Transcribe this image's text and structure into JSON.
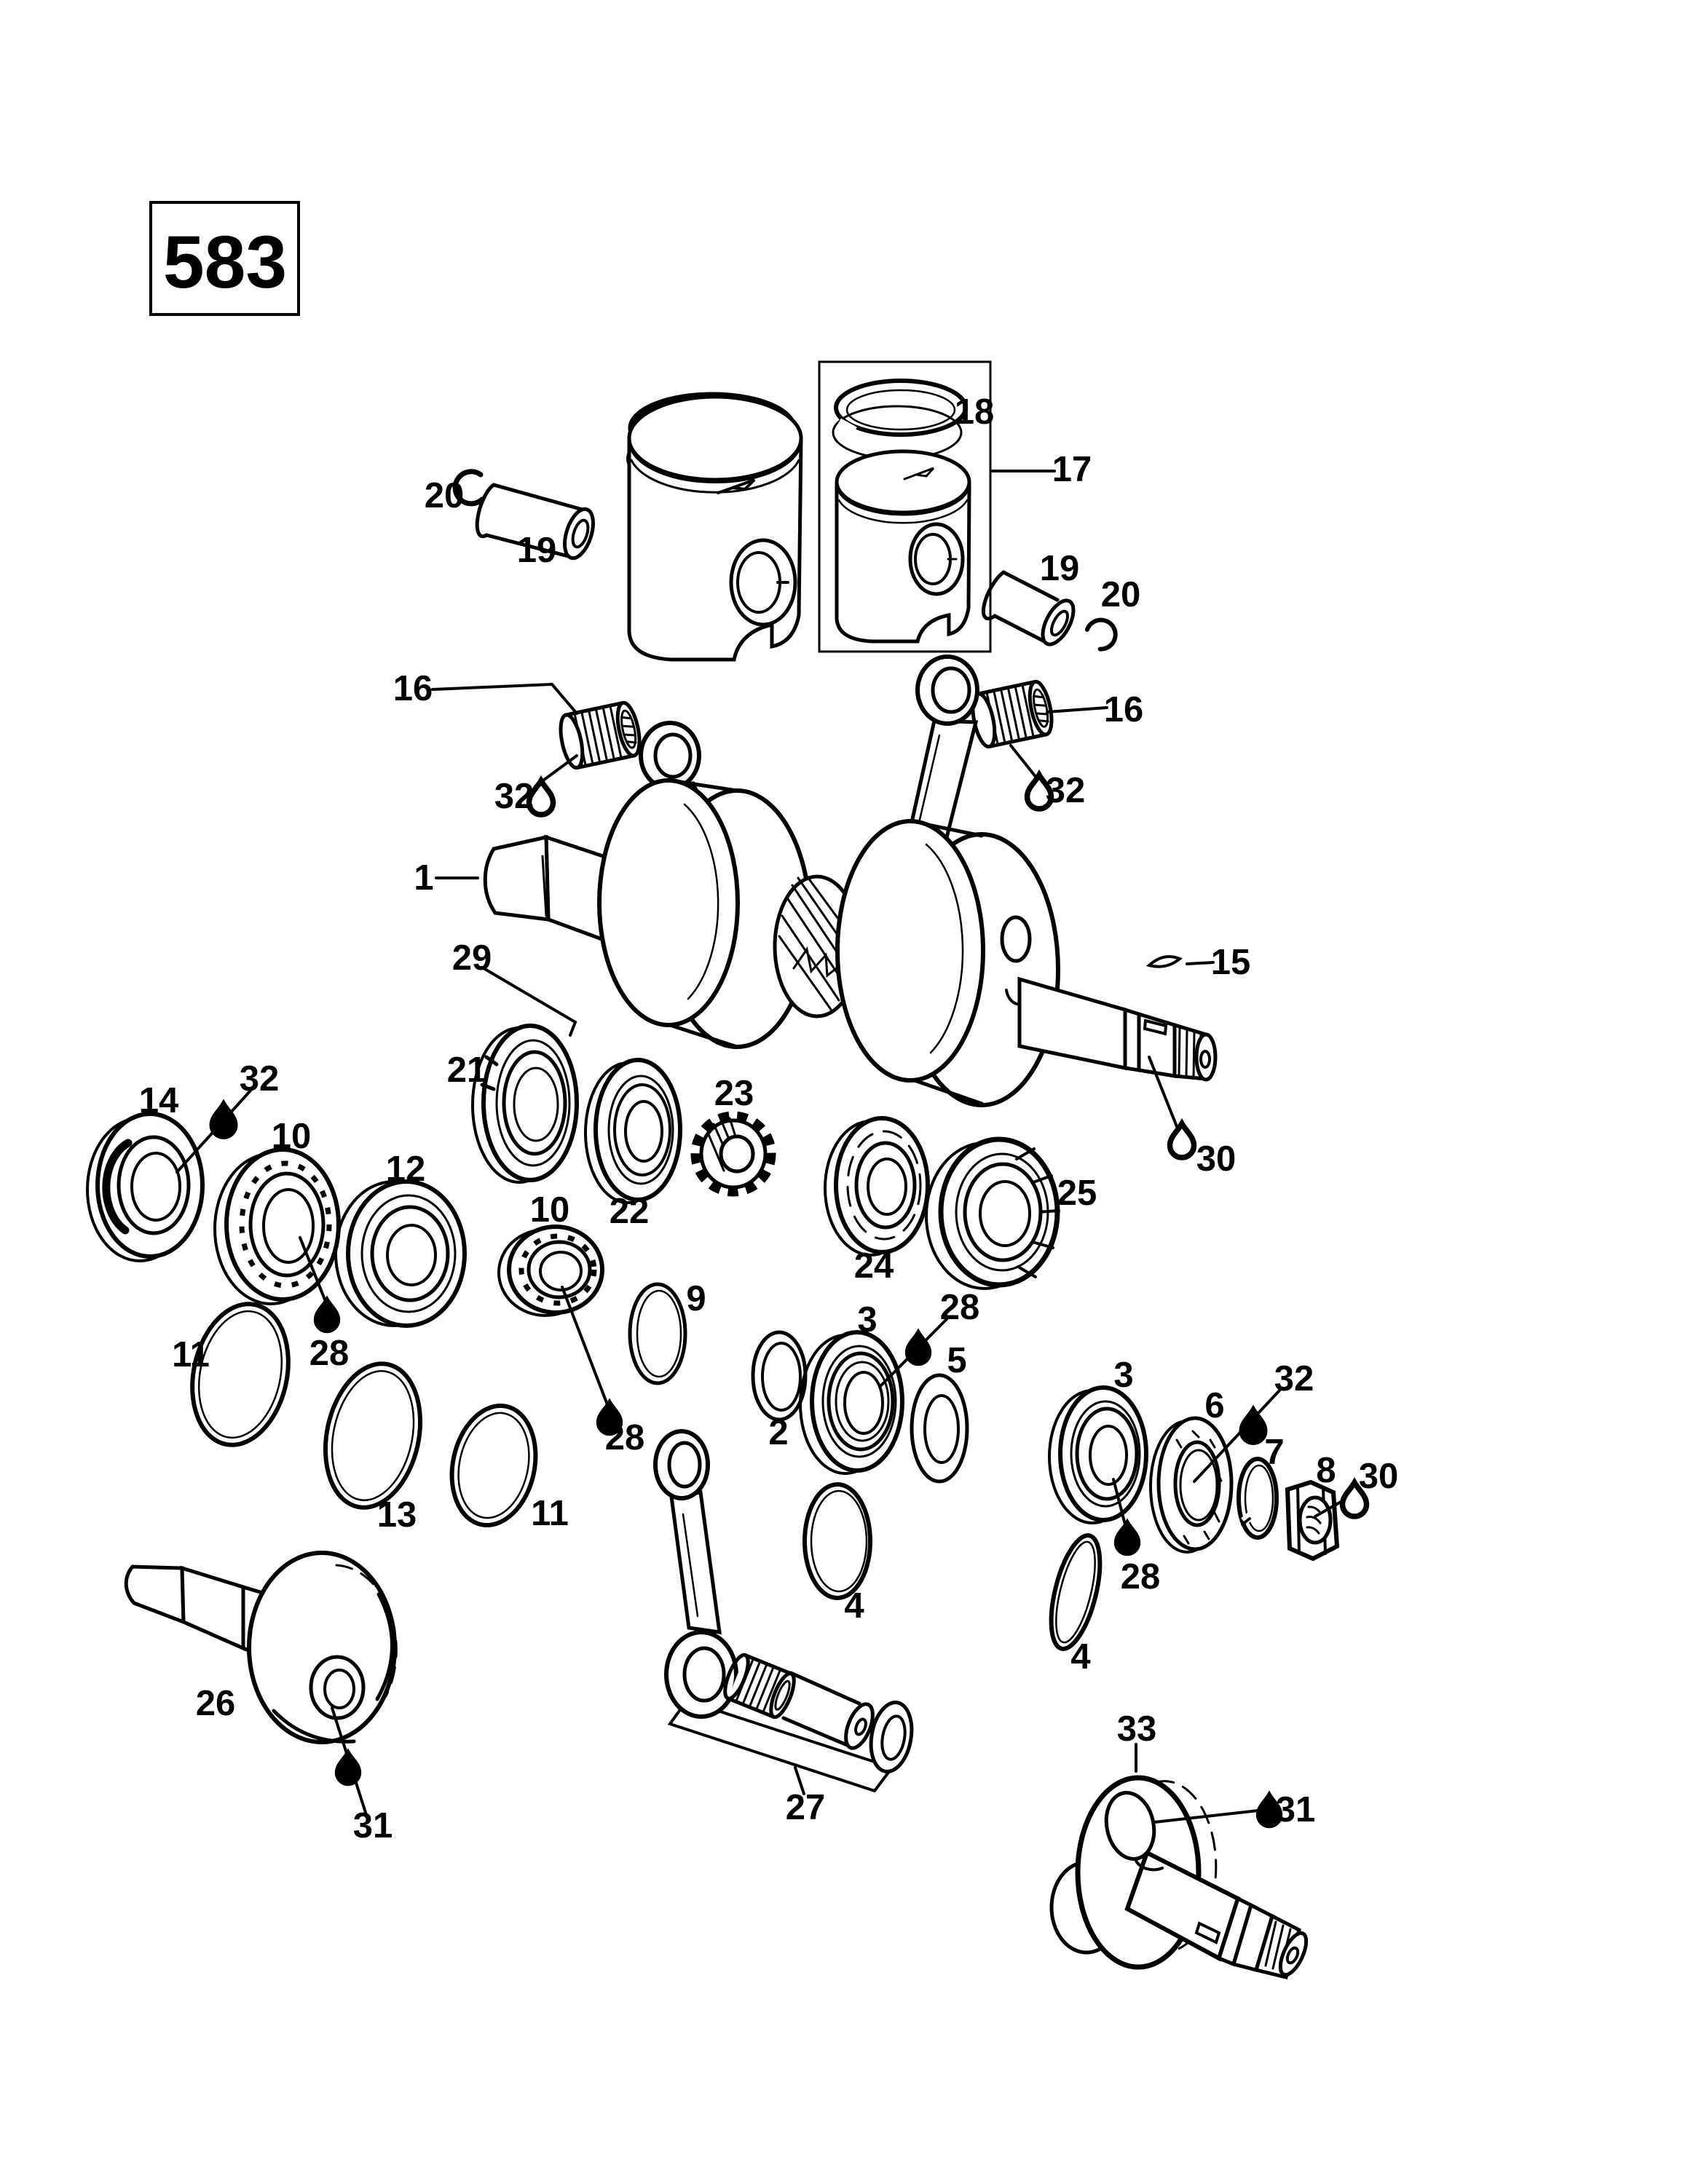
{
  "title": {
    "engine_code": "583"
  },
  "callouts": [
    {
      "id": "circlip-left",
      "label": "20"
    },
    {
      "id": "piston-pin-left",
      "label": "19"
    },
    {
      "id": "needle-bearing-left",
      "label": "16"
    },
    {
      "id": "oil-needle-left",
      "label": "32"
    },
    {
      "id": "crankshaft",
      "label": "1"
    },
    {
      "id": "seal-sleeve-leader",
      "label": "29"
    },
    {
      "id": "piston-rings-right",
      "label": "18"
    },
    {
      "id": "piston-assy-right",
      "label": "17"
    },
    {
      "id": "piston-pin-right",
      "label": "19"
    },
    {
      "id": "circlip-right",
      "label": "20"
    },
    {
      "id": "needle-bearing-right",
      "label": "16"
    },
    {
      "id": "oil-needle-right",
      "label": "32"
    },
    {
      "id": "woodruff-key",
      "label": "15"
    },
    {
      "id": "oil-pto-shaft",
      "label": "30"
    },
    {
      "id": "oil-seal-mag",
      "label": "14"
    },
    {
      "id": "oil-seal-mag-drop",
      "label": "32"
    },
    {
      "id": "bearing-mag",
      "label": "10"
    },
    {
      "id": "bearing-ring",
      "label": "12"
    },
    {
      "id": "seal-sleeve",
      "label": "21"
    },
    {
      "id": "washer-center",
      "label": "22"
    },
    {
      "id": "oil-pump-gear",
      "label": "23"
    },
    {
      "id": "bearing-center",
      "label": "10"
    },
    {
      "id": "labyrinth-seal",
      "label": "24"
    },
    {
      "id": "bearing-pto",
      "label": "25"
    },
    {
      "id": "o-ring-small",
      "label": "9"
    },
    {
      "id": "o-ring-1",
      "label": "11"
    },
    {
      "id": "oil-bearing-mag",
      "label": "28"
    },
    {
      "id": "o-ring-2",
      "label": "13"
    },
    {
      "id": "o-ring-3",
      "label": "11"
    },
    {
      "id": "oil-bearing-center",
      "label": "28"
    },
    {
      "id": "washer-thrust",
      "label": "2"
    },
    {
      "id": "bearing-balance-1",
      "label": "3"
    },
    {
      "id": "oil-bearing-balance-1",
      "label": "28"
    },
    {
      "id": "washer-flat",
      "label": "5"
    },
    {
      "id": "o-ring-balance-1",
      "label": "4"
    },
    {
      "id": "bearing-balance-2",
      "label": "3"
    },
    {
      "id": "oil-bearing-balance-2",
      "label": "28"
    },
    {
      "id": "o-ring-balance-2",
      "label": "4"
    },
    {
      "id": "flange-washer",
      "label": "6"
    },
    {
      "id": "oil-flange",
      "label": "32"
    },
    {
      "id": "lock-washer",
      "label": "7"
    },
    {
      "id": "nut",
      "label": "8"
    },
    {
      "id": "oil-nut",
      "label": "30"
    },
    {
      "id": "balance-shaft-mag",
      "label": "26"
    },
    {
      "id": "oil-balance-mag",
      "label": "31"
    },
    {
      "id": "connecting-rod-kit",
      "label": "27"
    },
    {
      "id": "balance-shaft-pto",
      "label": "33"
    },
    {
      "id": "oil-balance-pto",
      "label": "31"
    }
  ]
}
